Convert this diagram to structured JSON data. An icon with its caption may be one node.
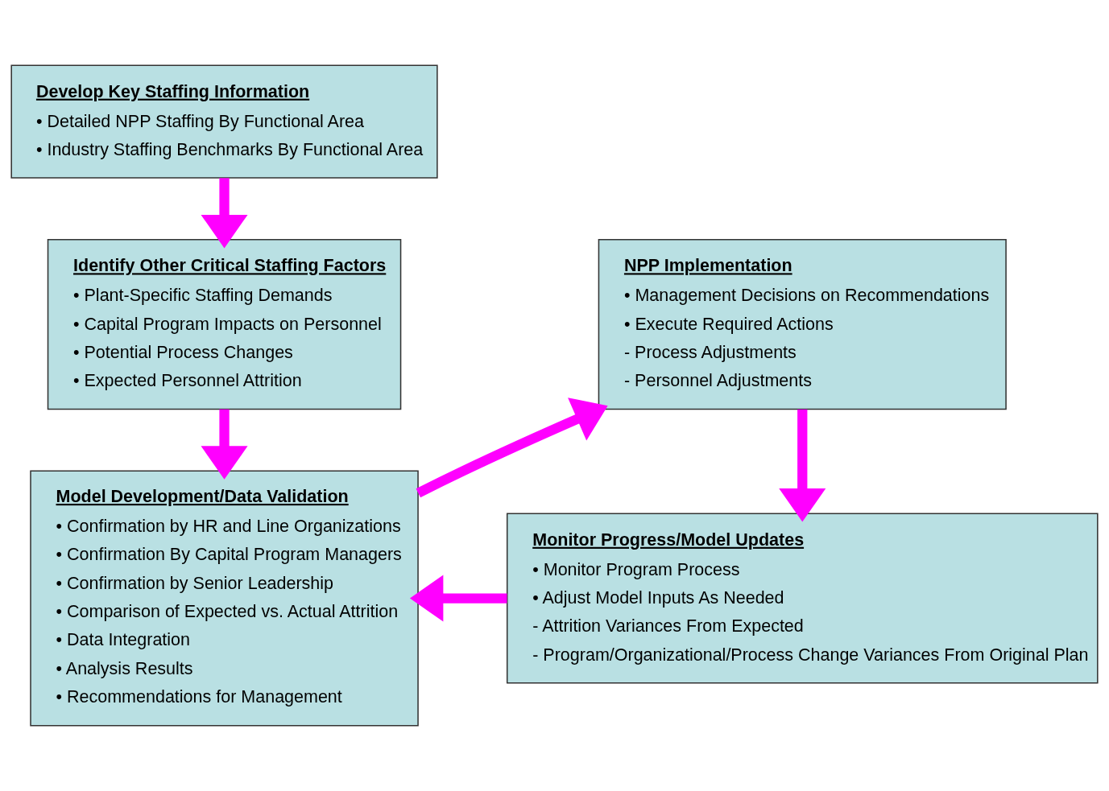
{
  "diagram": {
    "nodes": [
      {
        "text": [
          "Develop Key Staffing Information",
          "• Detailed NPP Staffing By Functional Area",
          "• Industry Staffing Benchmarks By Functional Area"
        ]
      },
      {
        "text": [
          "Identify Other Critical Staffing Factors",
          "• Plant-Specific Staffing Demands",
          "• Capital Program Impacts on Personnel",
          "• Potential Process Changes",
          "• Expected Personnel Attrition"
        ]
      },
      {
        "text": [
          "Model Development/Data Validation",
          "• Confirmation by HR and Line Organizations",
          "• Confirmation By Capital Program Managers",
          "• Confirmation by Senior Leadership",
          "• Comparison of Expected vs. Actual Attrition",
          "• Data Integration",
          "• Analysis Results",
          "• Recommendations for Management"
        ]
      },
      {
        "text": [
          "NPP Implementation",
          "• Management Decisions on Recommendations",
          "• Execute Required Actions",
          "- Process Adjustments",
          "- Personnel Adjustments"
        ]
      },
      {
        "text": [
          "Monitor Progress/Model Updates",
          "• Monitor Program Process",
          "• Adjust Model Inputs As Needed",
          "- Attrition Variances From Expected",
          "- Program/Organizational/Process Change Variances From Original Plan"
        ]
      }
    ],
    "edges": [
      {
        "from": 0,
        "to": 1,
        "arrow": "to"
      },
      {
        "from": 1,
        "to": 2,
        "arrow": "to"
      },
      {
        "from": 2,
        "to": 3,
        "arrow": "to"
      },
      {
        "from": 3,
        "to": 4,
        "arrow": "to"
      },
      {
        "from": 4,
        "to": 2,
        "arrow": "to"
      }
    ]
  }
}
